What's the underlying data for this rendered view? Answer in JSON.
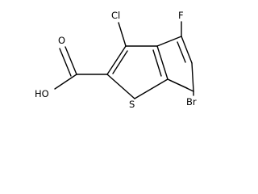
{
  "molecule": {
    "atoms": {
      "chlorine": "Cl",
      "fluorine": "F",
      "sulfur": "S",
      "bromine": "Br",
      "hydroxyl": "HO",
      "oxygen": "O"
    },
    "colors": {
      "ink": "#000000",
      "background": "#ffffff"
    }
  }
}
